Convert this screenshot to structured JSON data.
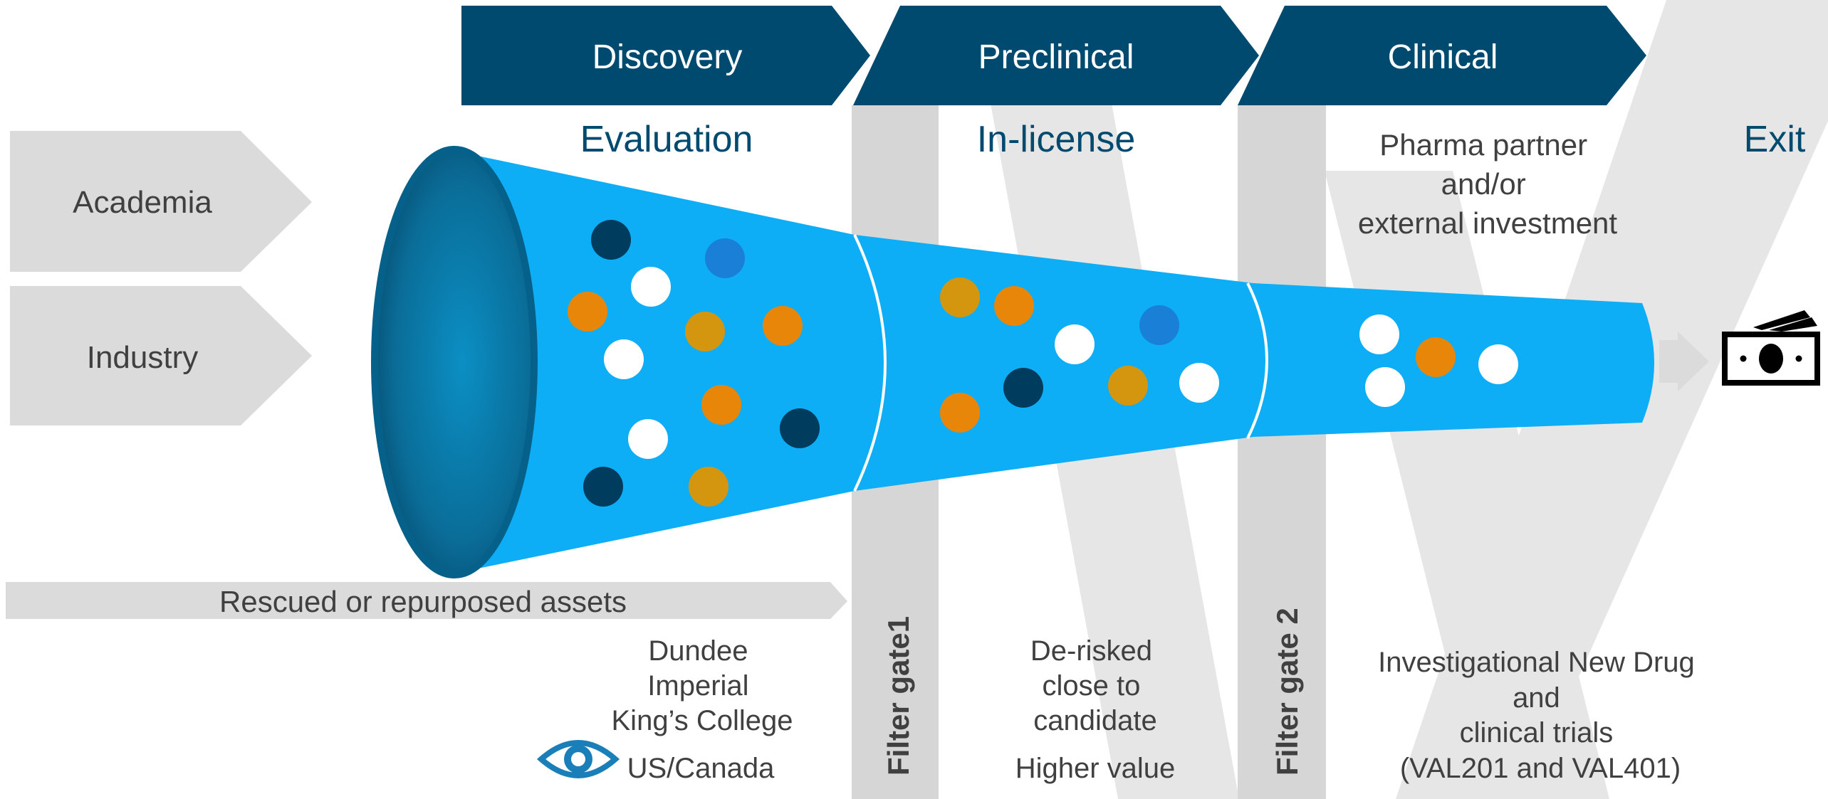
{
  "stages": [
    {
      "label": "Discovery"
    },
    {
      "label": "Preclinical"
    },
    {
      "label": "Clinical"
    }
  ],
  "activities": {
    "evaluation": "Evaluation",
    "in_license": "In-license",
    "pharma_partner": [
      "Pharma partner",
      "and/or",
      "external investment"
    ],
    "exit": "Exit"
  },
  "sources": {
    "academia": "Academia",
    "industry": "Industry",
    "rescued": "Rescued or repurposed assets"
  },
  "gates": {
    "gate1": "Filter gate1",
    "gate2": "Filter gate 2"
  },
  "notes": {
    "institutions": [
      "Dundee",
      "Imperial",
      "King’s College"
    ],
    "watch": "US/Canada",
    "derisked": [
      "De-risked",
      "close to",
      "candidate"
    ],
    "higher_value": "Higher value",
    "ind": [
      "Investigational New Drug",
      "and",
      "clinical trials",
      "(VAL201 and VAL401)"
    ]
  },
  "icons": {
    "watch": "eye-icon",
    "exit": "money-icon"
  },
  "colors": {
    "navy": "#004a70",
    "funnel": "#0eaef7",
    "grey_arrow": "#dbdbdb",
    "gate_bar": "#d6d6d6",
    "dot_navy": "#003c5e",
    "dot_blue": "#1a7fd6",
    "dot_orange": "#e8860a",
    "dot_gold": "#d4960f",
    "dot_white": "#ffffff"
  },
  "funnel_dots": [
    {
      "zone": "discovery",
      "color": "dot_navy"
    },
    {
      "zone": "discovery",
      "color": "dot_blue"
    },
    {
      "zone": "discovery",
      "color": "dot_white"
    },
    {
      "zone": "discovery",
      "color": "dot_orange"
    },
    {
      "zone": "discovery",
      "color": "dot_gold"
    },
    {
      "zone": "discovery",
      "color": "dot_orange"
    },
    {
      "zone": "discovery",
      "color": "dot_white"
    },
    {
      "zone": "discovery",
      "color": "dot_orange"
    },
    {
      "zone": "discovery",
      "color": "dot_blue"
    },
    {
      "zone": "discovery",
      "color": "dot_navy"
    },
    {
      "zone": "discovery",
      "color": "dot_white"
    },
    {
      "zone": "discovery",
      "color": "dot_navy"
    },
    {
      "zone": "discovery",
      "color": "dot_gold"
    },
    {
      "zone": "preclinical",
      "color": "dot_gold"
    },
    {
      "zone": "preclinical",
      "color": "dot_orange"
    },
    {
      "zone": "preclinical",
      "color": "dot_white"
    },
    {
      "zone": "preclinical",
      "color": "dot_blue"
    },
    {
      "zone": "preclinical",
      "color": "dot_navy"
    },
    {
      "zone": "preclinical",
      "color": "dot_orange"
    },
    {
      "zone": "preclinical",
      "color": "dot_gold"
    },
    {
      "zone": "preclinical",
      "color": "dot_white"
    },
    {
      "zone": "clinical",
      "color": "dot_white"
    },
    {
      "zone": "clinical",
      "color": "dot_orange"
    },
    {
      "zone": "clinical",
      "color": "dot_white"
    },
    {
      "zone": "clinical",
      "color": "dot_white"
    }
  ]
}
